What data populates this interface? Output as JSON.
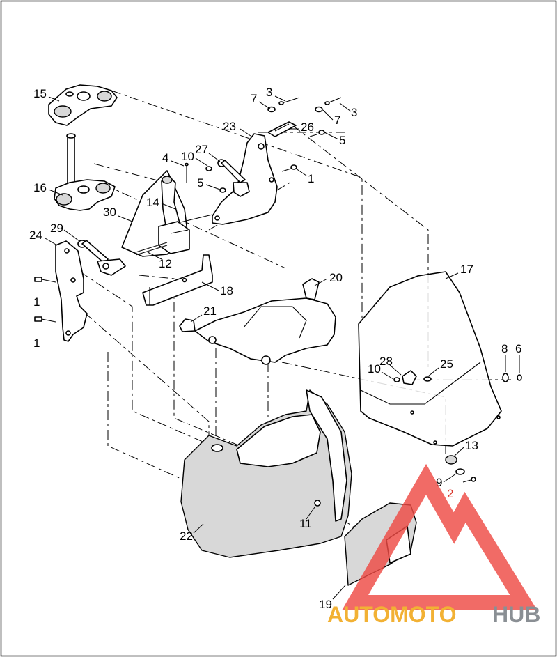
{
  "callouts": [
    {
      "id": "c15",
      "text": "15"
    },
    {
      "id": "c16",
      "text": "16"
    },
    {
      "id": "c30",
      "text": "30"
    },
    {
      "id": "c24",
      "text": "24"
    },
    {
      "id": "c29",
      "text": "29"
    },
    {
      "id": "c1a",
      "text": "1"
    },
    {
      "id": "c1b",
      "text": "1"
    },
    {
      "id": "c4",
      "text": "4"
    },
    {
      "id": "c10a",
      "text": "10"
    },
    {
      "id": "c27",
      "text": "27"
    },
    {
      "id": "c5a",
      "text": "5"
    },
    {
      "id": "c14",
      "text": "14"
    },
    {
      "id": "c12",
      "text": "12"
    },
    {
      "id": "c18",
      "text": "18"
    },
    {
      "id": "c7a",
      "text": "7"
    },
    {
      "id": "c3a",
      "text": "3"
    },
    {
      "id": "c23",
      "text": "23"
    },
    {
      "id": "c26",
      "text": "26"
    },
    {
      "id": "c7b",
      "text": "7"
    },
    {
      "id": "c3b",
      "text": "3"
    },
    {
      "id": "c5b",
      "text": "5"
    },
    {
      "id": "c1c",
      "text": "1"
    },
    {
      "id": "c20",
      "text": "20"
    },
    {
      "id": "c21",
      "text": "21"
    },
    {
      "id": "c17",
      "text": "17"
    },
    {
      "id": "c8",
      "text": "8"
    },
    {
      "id": "c6",
      "text": "6"
    },
    {
      "id": "c28",
      "text": "28"
    },
    {
      "id": "c10b",
      "text": "10"
    },
    {
      "id": "c25",
      "text": "25"
    },
    {
      "id": "c13",
      "text": "13"
    },
    {
      "id": "c9",
      "text": "9"
    },
    {
      "id": "c2",
      "text": "2"
    },
    {
      "id": "c22",
      "text": "22"
    },
    {
      "id": "c11",
      "text": "11"
    },
    {
      "id": "c19",
      "text": "19"
    }
  ],
  "watermark": {
    "part1": "AUTOMOTO",
    "part2": "HUB",
    "color_primary": "#f2b134",
    "color_secondary": "#8a8f94",
    "triangle_color": "#ef4b45"
  },
  "colors": {
    "line": "#000000",
    "background": "#ffffff",
    "callout_accent": "#d9362b"
  }
}
